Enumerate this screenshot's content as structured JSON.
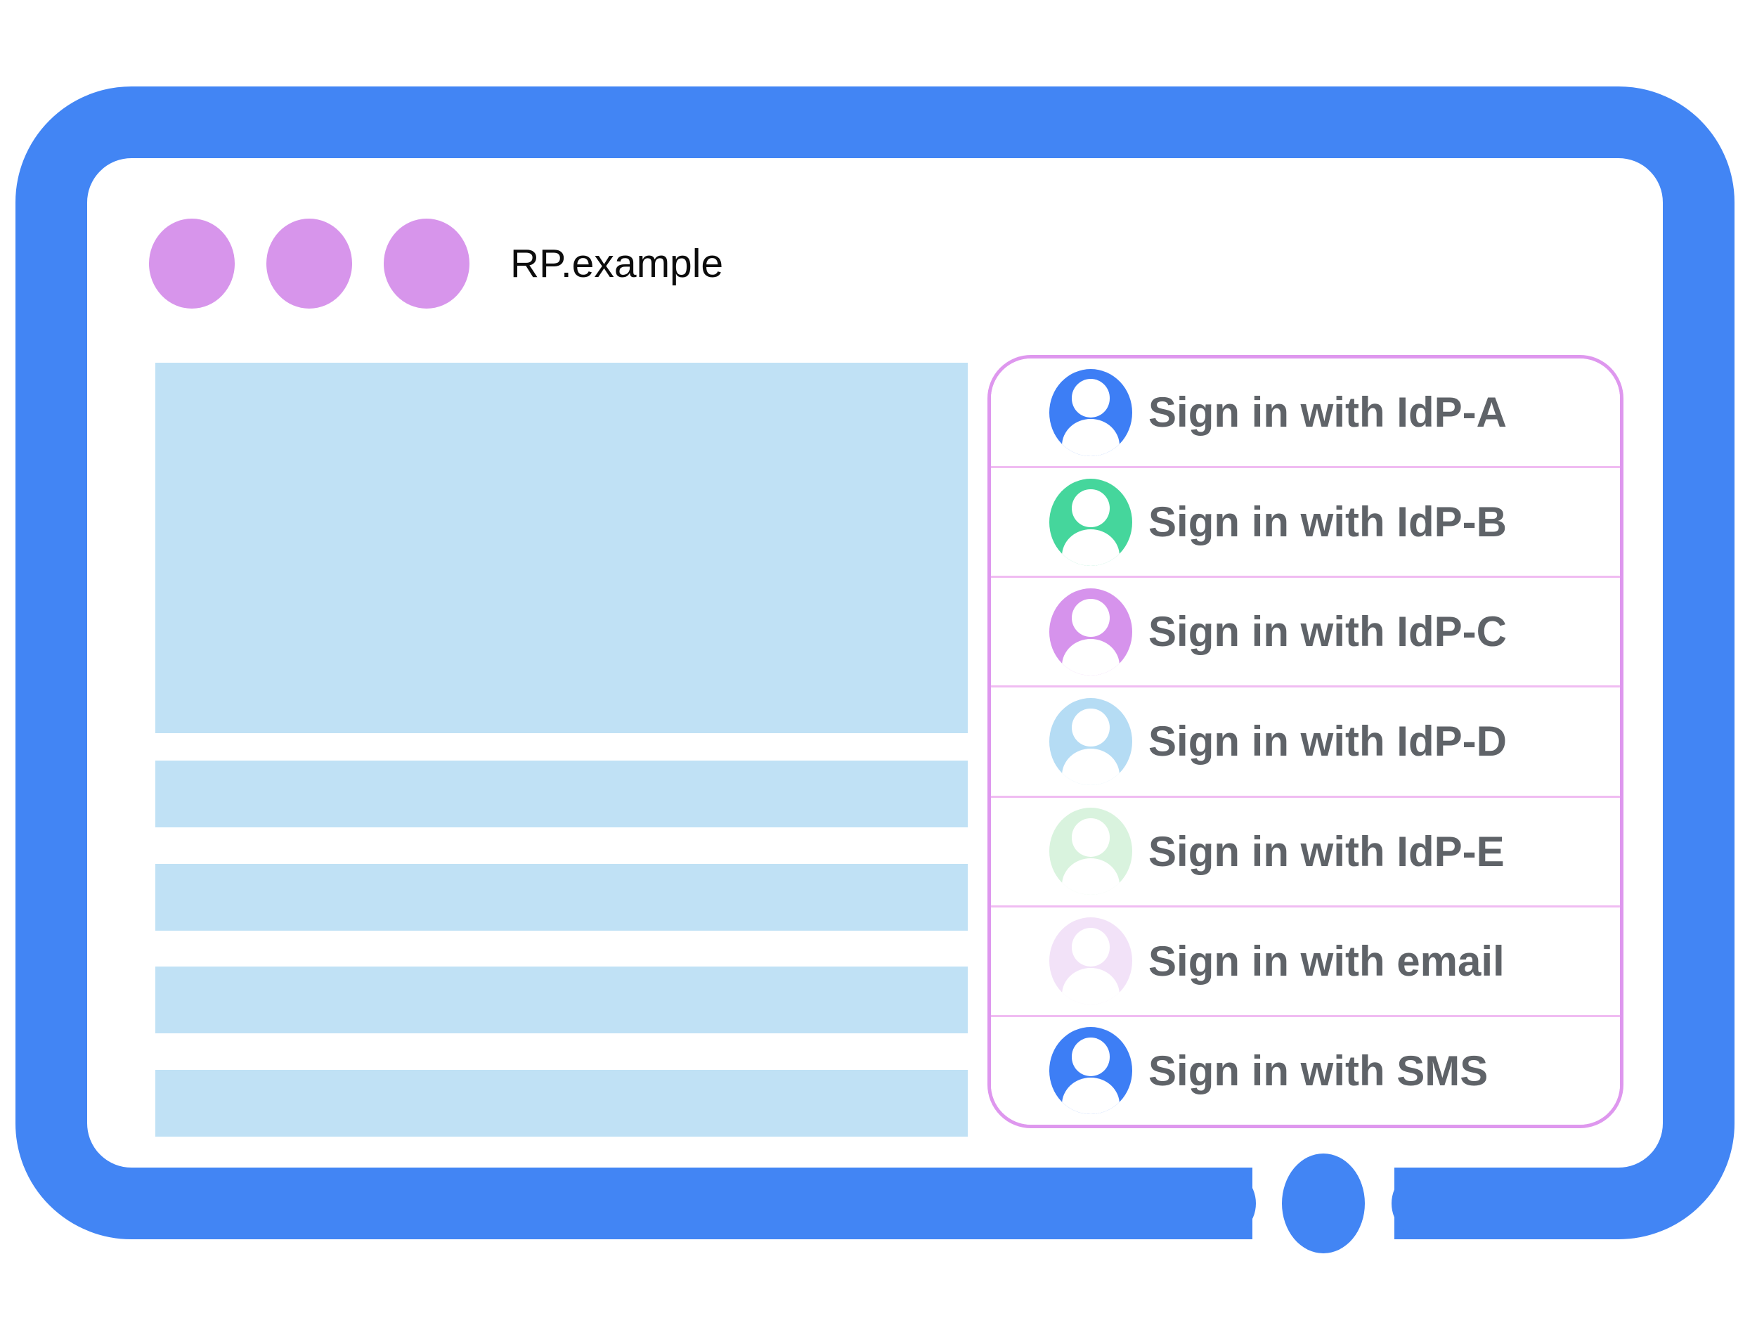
{
  "browser": {
    "url_label": "RP.example",
    "window_dots": [
      "dot",
      "dot",
      "dot"
    ]
  },
  "content": {
    "hero_block": "placeholder",
    "placeholder_bar_count": 4
  },
  "signin_panel": {
    "options": [
      {
        "id": "idp-a",
        "label": "Sign in with IdP-A",
        "avatar_color": "#3D7EF5"
      },
      {
        "id": "idp-b",
        "label": "Sign in with IdP-B",
        "avatar_color": "#45D69C"
      },
      {
        "id": "idp-c",
        "label": "Sign in with IdP-C",
        "avatar_color": "#D693EC"
      },
      {
        "id": "idp-d",
        "label": "Sign in with IdP-D",
        "avatar_color": "#B5DCF4"
      },
      {
        "id": "idp-e",
        "label": "Sign in with IdP-E",
        "avatar_color": "#D9F3DE"
      },
      {
        "id": "email",
        "label": "Sign in with email",
        "avatar_color": "#F2E2F8"
      },
      {
        "id": "sms",
        "label": "Sign in with SMS",
        "avatar_color": "#3D7EF5"
      }
    ]
  },
  "colors": {
    "frame_blue": "#4285F4",
    "placeholder_blue": "#C0E1F5",
    "dot_purple": "#D795EB",
    "panel_border": "#DE97EE",
    "divider": "#F0BCF2",
    "label_gray": "#5F6368"
  }
}
